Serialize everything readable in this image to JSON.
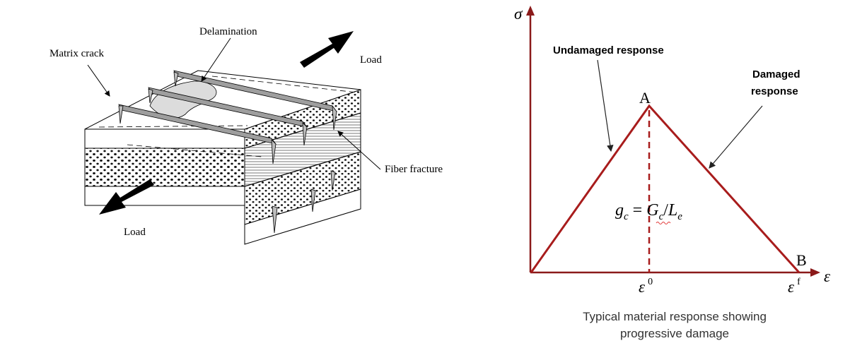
{
  "left_diagram": {
    "labels": {
      "matrix_crack": "Matrix crack",
      "delamination": "Delamination",
      "load_top": "Load",
      "load_bottom": "Load",
      "fiber_fracture": "Fiber fracture"
    }
  },
  "right_diagram": {
    "axis_y_symbol": "σ",
    "axis_x_symbol": "ε",
    "undamaged_label": "Undamaged response",
    "damaged_label_line1": "Damaged",
    "damaged_label_line2": "response",
    "peak_label": "A",
    "end_label": "B",
    "strain0_label": "ε",
    "strain0_sup": "0",
    "strainf_label": "ε",
    "strainf_sup": "f",
    "formula": {
      "g": "g",
      "g_sub": "c",
      "equals": "=",
      "G": "G",
      "G_sub": "c",
      "slash": "/",
      "L": "L",
      "L_sub": "e"
    },
    "caption_line1": "Typical material response showing",
    "caption_line2": "progressive damage",
    "colors": {
      "axis": "#8b1a1a",
      "curve": "#a81c1c"
    }
  }
}
